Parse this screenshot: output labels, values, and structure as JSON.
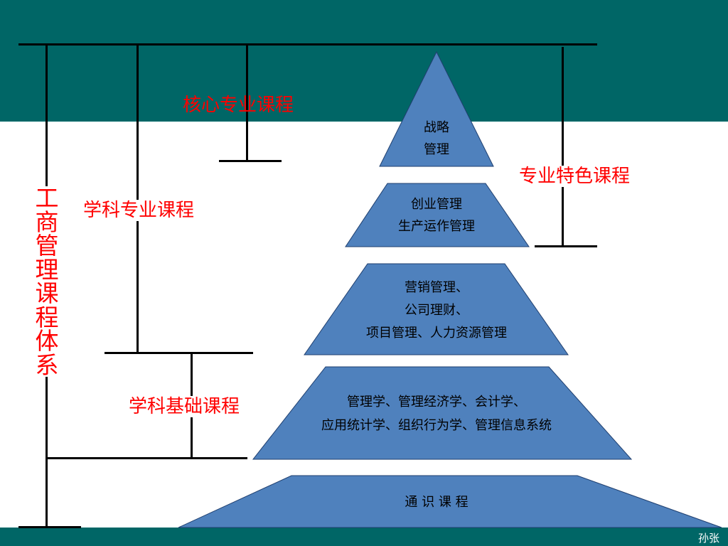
{
  "colors": {
    "band": "#006666",
    "tier_fill": "#4f81bd",
    "label": "#ff0000",
    "line": "#000000"
  },
  "title_vertical": "工商管理课程体系",
  "bracket_labels": {
    "core": "核心专业课程",
    "major": "学科专业课程",
    "foundation": "学科基础课程",
    "specialty": "专业特色课程"
  },
  "tiers": [
    {
      "lines": [
        "战略",
        "管理"
      ]
    },
    {
      "lines": [
        "创业管理",
        "生产运作管理"
      ]
    },
    {
      "lines": [
        "营销管理、",
        "公司理财、",
        "项目管理、人力资源管理"
      ]
    },
    {
      "lines": [
        "管理学、管理经济学、会计学、",
        "应用统计学、组织行为学、管理信息系统"
      ]
    },
    {
      "lines": [
        "通 识 课 程"
      ]
    }
  ],
  "author": "孙张"
}
